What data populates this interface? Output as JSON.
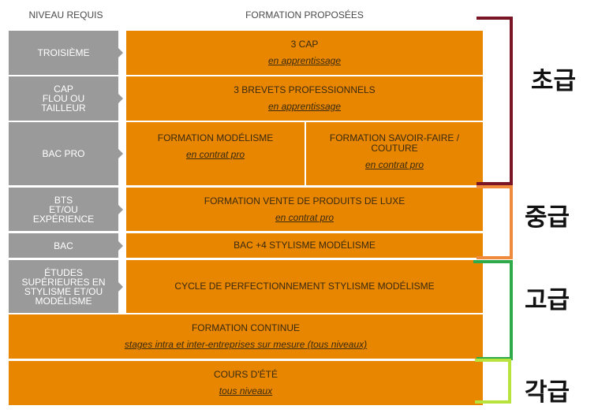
{
  "headers": {
    "level": "NIVEAU REQUIS",
    "formation": "FORMATION PROPOSÉES"
  },
  "levels": [
    "TROISIÈME",
    "CAP\nFLOU OU\nTAILLEUR",
    "BAC PRO",
    "BTS\nET/OU\nEXPÉRIENCE",
    "BAC",
    "ÉTUDES\nSUPÉRIEURES EN\nSTYLISME ET/OU\nMODÉLISME"
  ],
  "formations": {
    "cap": {
      "title": "3 CAP",
      "sub": "en apprentissage"
    },
    "brevets": {
      "title": "3 BREVETS PROFESSIONNELS",
      "sub": "en apprentissage"
    },
    "modelisme": {
      "title": "FORMATION MODÉLISME",
      "sub": "en contrat pro"
    },
    "savoir_faire": {
      "title": "FORMATION SAVOIR-FAIRE / COUTURE",
      "sub": "en contrat pro"
    },
    "luxe": {
      "title": "FORMATION VENTE DE PRODUITS DE LUXE",
      "sub": "en contrat pro"
    },
    "bac4": {
      "title": "BAC +4 STYLISME MODÉLISME"
    },
    "cycle": {
      "title": "CYCLE DE PERFECTIONNEMENT STYLISME MODÉLISME"
    },
    "continue": {
      "title": "FORMATION CONTINUE",
      "sub": "stages intra et inter-entreprises sur mesure (tous niveaux)"
    },
    "ete": {
      "title": "COURS D'ÉTÉ",
      "sub": "tous niveaux"
    }
  },
  "brackets": [
    {
      "label": "초급",
      "color": "#7a1526"
    },
    {
      "label": "중급",
      "color": "#f08a3c"
    },
    {
      "label": "고급",
      "color": "#2eaa4a"
    },
    {
      "label": "각급",
      "color": "#b8e23c"
    }
  ]
}
